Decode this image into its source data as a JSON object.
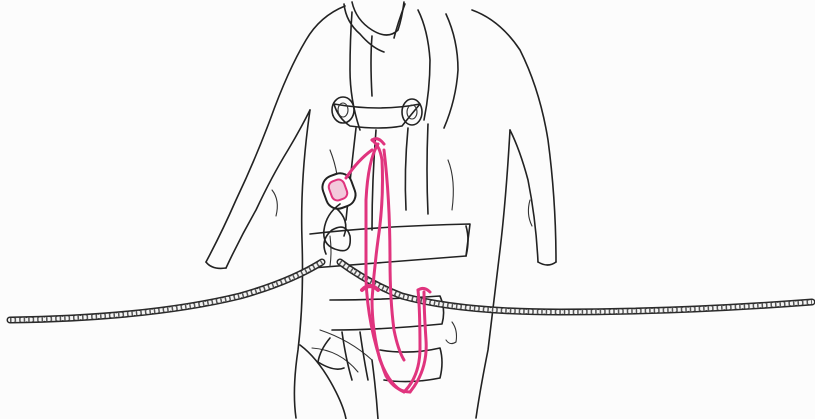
{
  "illustration": {
    "subject": "",
    "colors": {
      "line_art": "#222222",
      "lanyard": "#e0347e",
      "background": "#fcfcfc"
    },
    "icons": [
      "person-figure",
      "full-body-harness",
      "carabiner",
      "lifeline-rope",
      "energy-absorbing-lanyard"
    ]
  }
}
